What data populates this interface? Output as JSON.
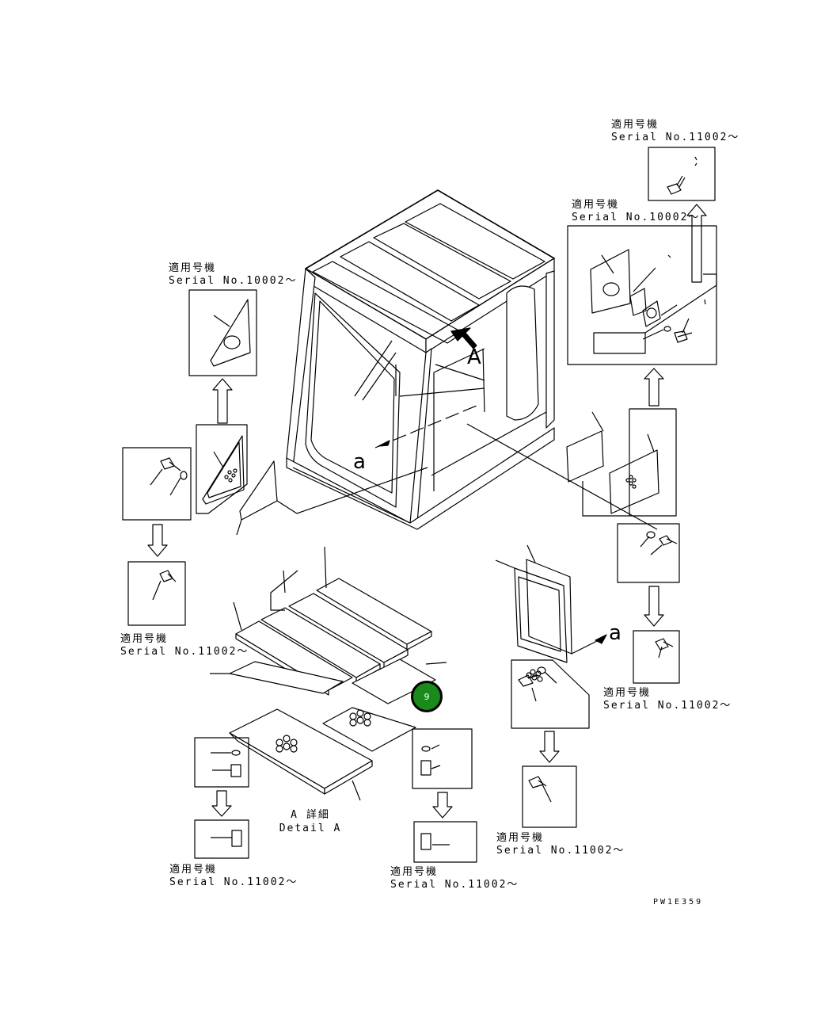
{
  "serial_notes": [
    {
      "jp": "適用号機",
      "serial": "Serial No.11002～"
    },
    {
      "jp": "適用号機",
      "serial": "Serial No.10002～"
    },
    {
      "jp": "適用号機",
      "serial": "Serial No.10002～"
    },
    {
      "jp": "適用号機",
      "serial": "Serial No.11002～"
    },
    {
      "jp": "適用号機",
      "serial": "Serial No.11002～"
    },
    {
      "jp": "適用号機",
      "serial": "Serial No.11002～"
    },
    {
      "jp": "適用号機",
      "serial": "Serial No.11002～"
    },
    {
      "jp": "適用号機",
      "serial": "Serial No.11002～"
    }
  ],
  "view_markers": {
    "arrow_A": "A",
    "view_a_cab": "a",
    "view_a_panel": "a"
  },
  "detail_label": {
    "jp": "A 詳細",
    "en": "Detail A"
  },
  "callout": {
    "number": "9",
    "color": "#1a8a1a"
  },
  "drawing_code": "PW1E359"
}
